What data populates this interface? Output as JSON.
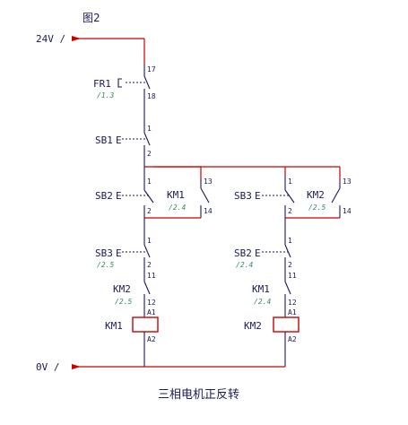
{
  "title": "图2",
  "supply_top": "24V /",
  "supply_bottom": "0V /",
  "caption": "三相电机正反转",
  "left": {
    "fr1": {
      "name": "FR1",
      "ref": "/1.3",
      "pin_top": "17",
      "pin_bottom": "18"
    },
    "sb1": {
      "name": "SB1",
      "e": "E",
      "pin_top": "1",
      "pin_bottom": "2"
    },
    "sb2": {
      "name": "SB2",
      "e": "E",
      "pin_top": "1",
      "pin_bottom": "2"
    },
    "km1_hold": {
      "name": "KM1",
      "ref": "/2.4",
      "pin_top": "13",
      "pin_bottom": "14"
    },
    "sb3": {
      "name": "SB3",
      "e": "E",
      "ref": "/2.5",
      "pin_top": "1",
      "pin_bottom": "2"
    },
    "km2_il": {
      "name": "KM2",
      "ref": "/2.5",
      "pin_top": "11",
      "pin_bottom": "12"
    },
    "coil": {
      "name": "KM1",
      "pin_top": "A1",
      "pin_bottom": "A2"
    }
  },
  "right": {
    "sb3": {
      "name": "SB3",
      "e": "E",
      "pin_top": "1",
      "pin_bottom": "2"
    },
    "km2_hold": {
      "name": "KM2",
      "ref": "/2.5",
      "pin_top": "13",
      "pin_bottom": "14"
    },
    "sb2": {
      "name": "SB2",
      "e": "E",
      "ref": "/2.4",
      "pin_top": "1",
      "pin_bottom": "2"
    },
    "km1_il": {
      "name": "KM1",
      "ref": "/2.4",
      "pin_top": "11",
      "pin_bottom": "12"
    },
    "coil": {
      "name": "KM2",
      "pin_top": "A1",
      "pin_bottom": "A2"
    }
  }
}
